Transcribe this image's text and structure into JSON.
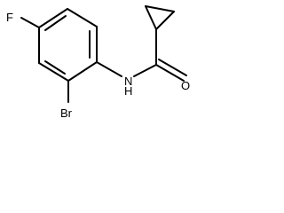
{
  "molecule": {
    "atoms": {
      "fluorine": "F",
      "bromine": "Br",
      "amide_nitrogen": "N",
      "amide_hydrogen": "H",
      "carbonyl_oxygen": "O"
    }
  }
}
